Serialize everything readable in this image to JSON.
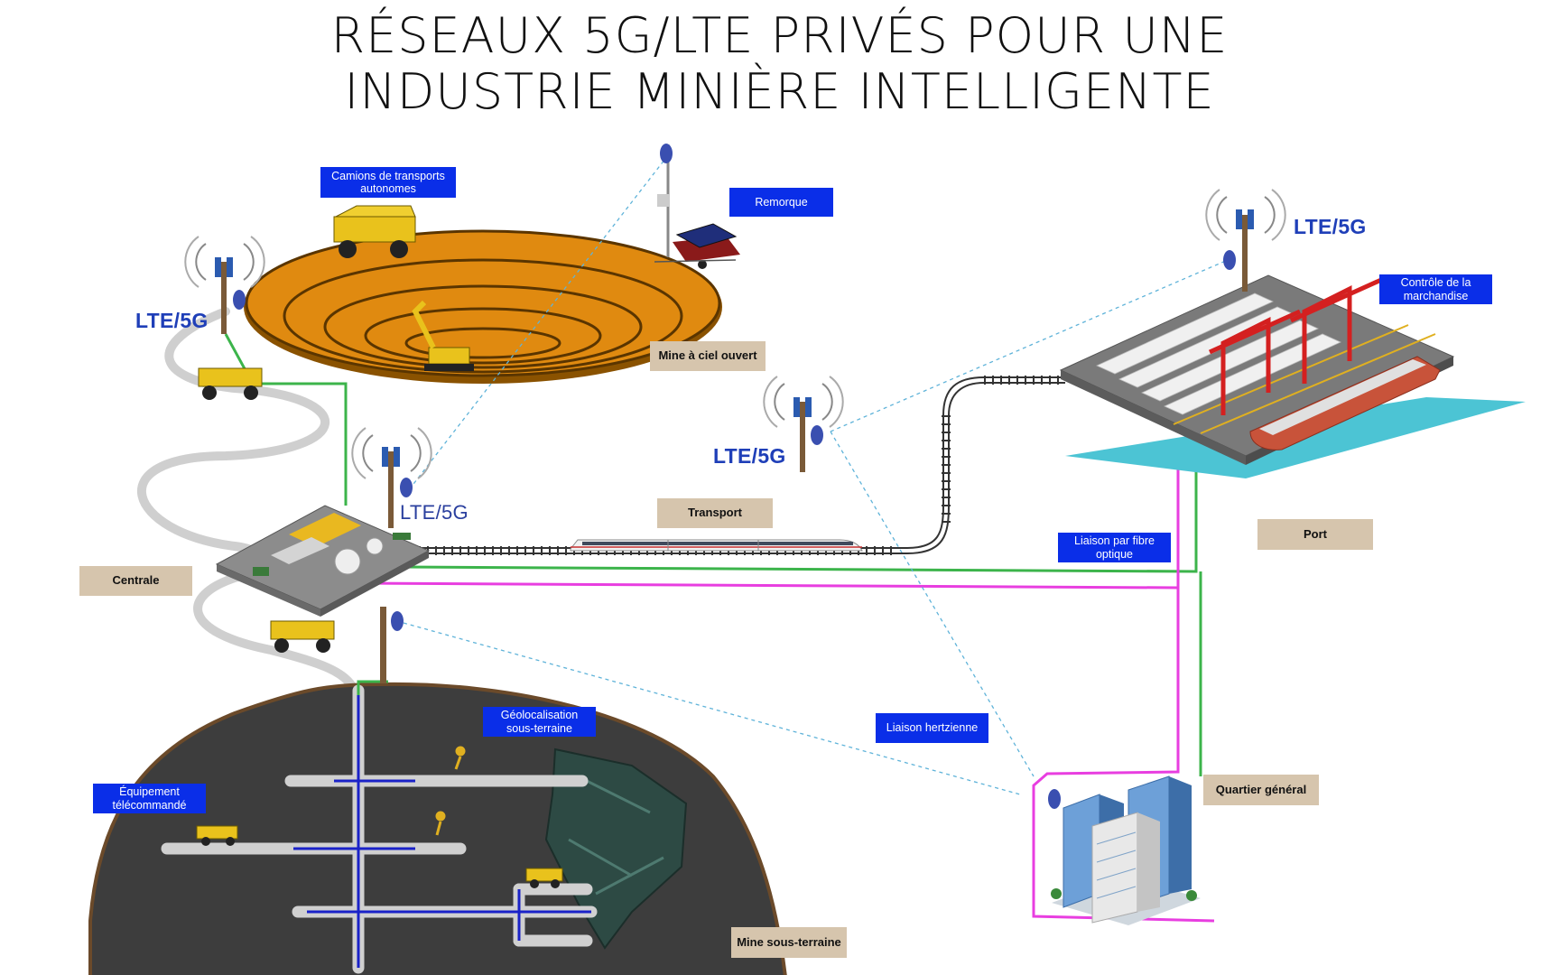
{
  "title": {
    "line1": "RÉSEAUX 5G/LTE PRIVÉS POUR UNE",
    "line2": "INDUSTRIE MINIÈRE INTELLIGENTE"
  },
  "labels": {
    "trucks": "Camions de transports autonomes",
    "trailer": "Remorque",
    "open_pit": "Mine à ciel ouvert",
    "cargo_control": "Contrôle de la marchandise",
    "transport": "Transport",
    "power_plant": "Centrale",
    "fiber_link": "Liaison par fibre optique",
    "port": "Port",
    "underground_geoloc": "Géolocalisation sous-terraine",
    "microwave_link": "Liaison hertzienne",
    "remote_equipment": "Équipement télécommandé",
    "headquarters": "Quartier général",
    "underground_mine": "Mine sous-terraine"
  },
  "towers": {
    "mine": "LTE/5G",
    "plant": "LTE/5G",
    "rail": "LTE/5G",
    "port": "LTE/5G"
  },
  "colors": {
    "label_blue": "#0a2ee8",
    "label_tan": "#d6c5ad",
    "fiber_green": "#3cb44b",
    "power_magenta": "#e83ee0",
    "microwave_dash": "#5fb3d9",
    "tunnel_blue": "#1a22c8",
    "pit_orange": "#e08a10",
    "mine_dark": "#3d3d3d",
    "water": "#4cc4d4"
  },
  "icons": [
    "tower-icon",
    "dish-icon",
    "truck-icon",
    "excavator-icon",
    "train-icon",
    "crane-icon",
    "building-icon",
    "worker-icon",
    "trailer-icon",
    "ship-icon"
  ]
}
